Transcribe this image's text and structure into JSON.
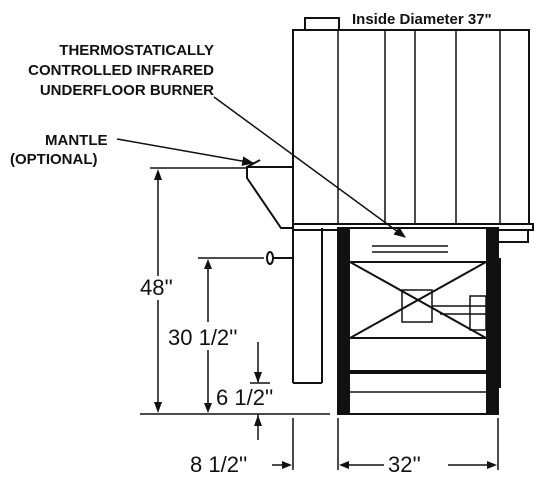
{
  "diagram": {
    "inside_diameter_label": "Inside Diameter 37\"",
    "burner_label": {
      "line1": "THERMOSTATICALLY",
      "line2": "CONTROLLED INFRARED",
      "line3": "UNDERFLOOR BURNER"
    },
    "mantle_label": {
      "line1": "MANTLE",
      "line2": "(OPTIONAL)"
    },
    "dimensions": {
      "overall_height": "48''",
      "door_handle_height": "30 1/2''",
      "floor_offset": "6 1/2''",
      "side_offset": "8 1/2''",
      "base_width": "32''"
    },
    "line_color": "#111111",
    "background_color": "#ffffff"
  }
}
